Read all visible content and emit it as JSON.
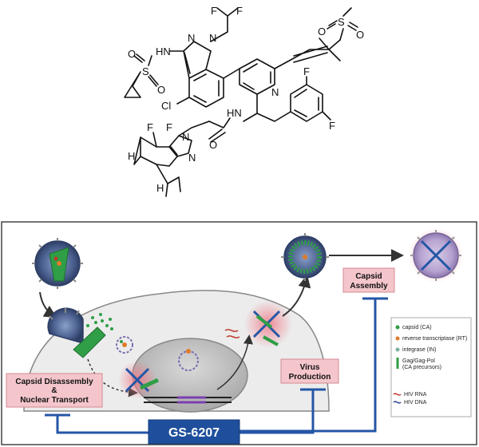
{
  "molecule": {
    "atoms": {
      "f1": "F",
      "f2": "F",
      "f3": "F",
      "f4": "F",
      "f5": "F",
      "f6": "F",
      "n_ind1": "N",
      "n_ind2": "N",
      "hn_sulfonamide": "HN",
      "s_sulfonamide": "S",
      "o_s1a": "O",
      "o_s1b": "O",
      "cl": "Cl",
      "n_pyr": "N",
      "hn_amide": "HN",
      "o_amide": "O",
      "s_sulfone": "S",
      "o_s2a": "O",
      "o_s2b": "O",
      "n_pz1": "N",
      "n_pz2": "N",
      "h1": "H",
      "h2": "H"
    }
  },
  "labels": {
    "capsid_assembly": [
      "Capsid",
      "Assembly"
    ],
    "virus_production": [
      "Virus",
      "Production"
    ],
    "capsid_disassembly": [
      "Capsid Disassembly",
      "&",
      "Nuclear Transport"
    ],
    "drug": "GS-6207"
  },
  "legend": [
    {
      "color": "#2f9e46",
      "text": "capsid (CA)"
    },
    {
      "color": "#e07a2a",
      "text": "reverse transcriptase (RT)"
    },
    {
      "color": "#7ab0a0",
      "text": "integrase (IN)"
    },
    {
      "color": "#2f9e46",
      "text": "Gag/Gag-Pol",
      "sub": "(CA precursors)"
    },
    {
      "color": "#c0392b",
      "text": "HIV RNA",
      "line": true
    },
    {
      "color": "#2c3e8f",
      "text": "HIV DNA",
      "line": true
    }
  ],
  "colors": {
    "inhibition": "#2456a6",
    "highlight": "#f4c6cc",
    "capsid": "#2f9e46",
    "virion_shell": "#3b4e7a",
    "cell": "#ececec"
  }
}
